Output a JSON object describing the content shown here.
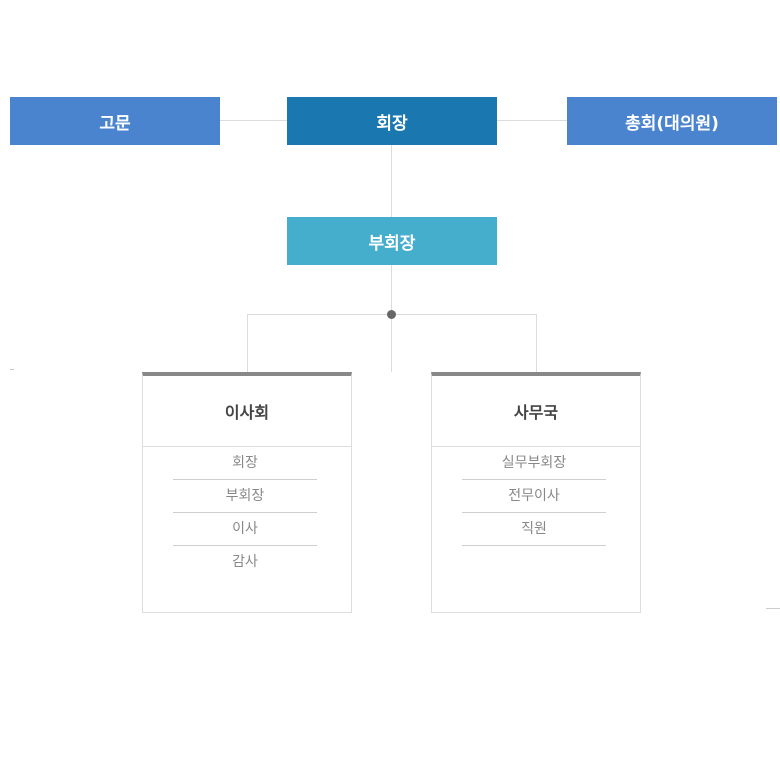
{
  "colors": {
    "side_box": "#4a84cf",
    "top_box": "#1a77b0",
    "vice_box": "#46aecd",
    "connector": "#dcdcdc",
    "card_top_border": "#888888"
  },
  "top_row": {
    "left": "고문",
    "center": "회장",
    "right": "총회(대의원)"
  },
  "vice": "부회장",
  "board": {
    "title": "이사회",
    "items": [
      "회장",
      "부회장",
      "이사",
      "감사"
    ]
  },
  "secretariat": {
    "title": "사무국",
    "items": [
      "실무부회장",
      "전무이사",
      "직원"
    ]
  }
}
